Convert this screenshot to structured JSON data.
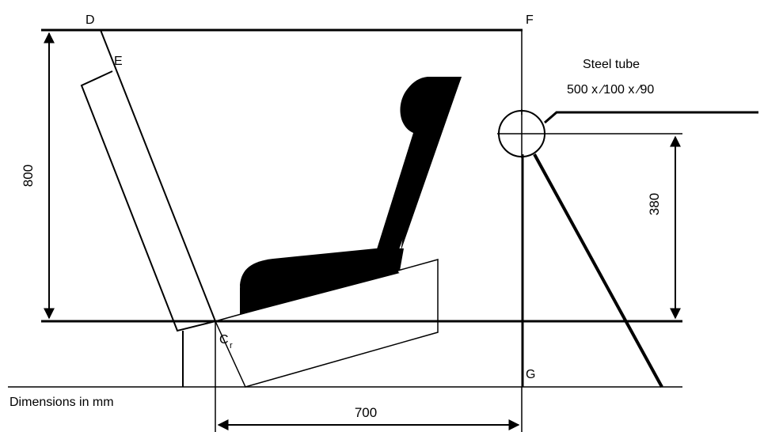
{
  "labels": {
    "point_d": "D",
    "point_e": "E",
    "point_f": "F",
    "point_g": "G",
    "point_cr": "C",
    "point_cr_sub": "r",
    "tube_title": "Steel tube",
    "tube_dims": "500 x ∕100 x ∕90",
    "dim_800": "800",
    "dim_380": "380",
    "dim_700": "700",
    "units_note": "Dimensions  in mm"
  },
  "colors": {
    "ink": "#000000",
    "background": "#ffffff"
  }
}
